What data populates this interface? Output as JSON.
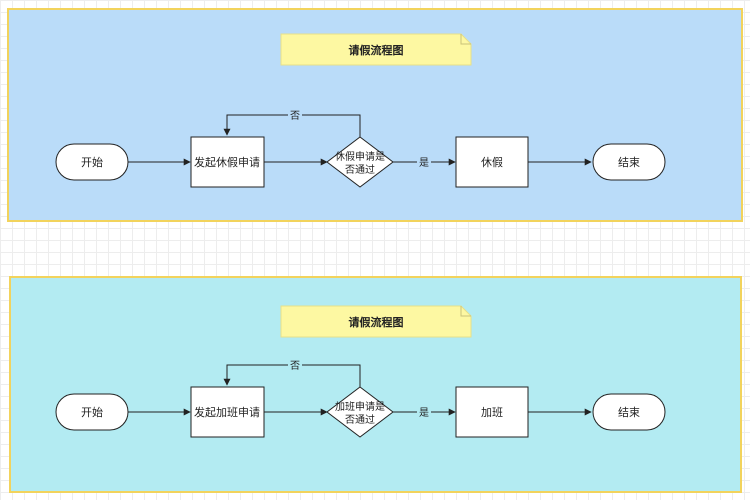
{
  "colors": {
    "panel_leave_bg": "#badcf9",
    "panel_overtime_bg": "#b3ebf2",
    "panel_border": "#f2d35c",
    "note_fill": "#fdf8a2",
    "stroke": "#222222"
  },
  "leave_flow": {
    "title": "请假流程图",
    "start": "开始",
    "submit": "发起休假申请",
    "decision_line1": "休假申请是",
    "decision_line2": "否通过",
    "no": "否",
    "yes": "是",
    "action": "休假",
    "end": "结束"
  },
  "overtime_flow": {
    "title": "请假流程图",
    "start": "开始",
    "submit": "发起加班申请",
    "decision_line1": "加班申请是",
    "decision_line2": "否通过",
    "no": "否",
    "yes": "是",
    "action": "加班",
    "end": "结束"
  }
}
